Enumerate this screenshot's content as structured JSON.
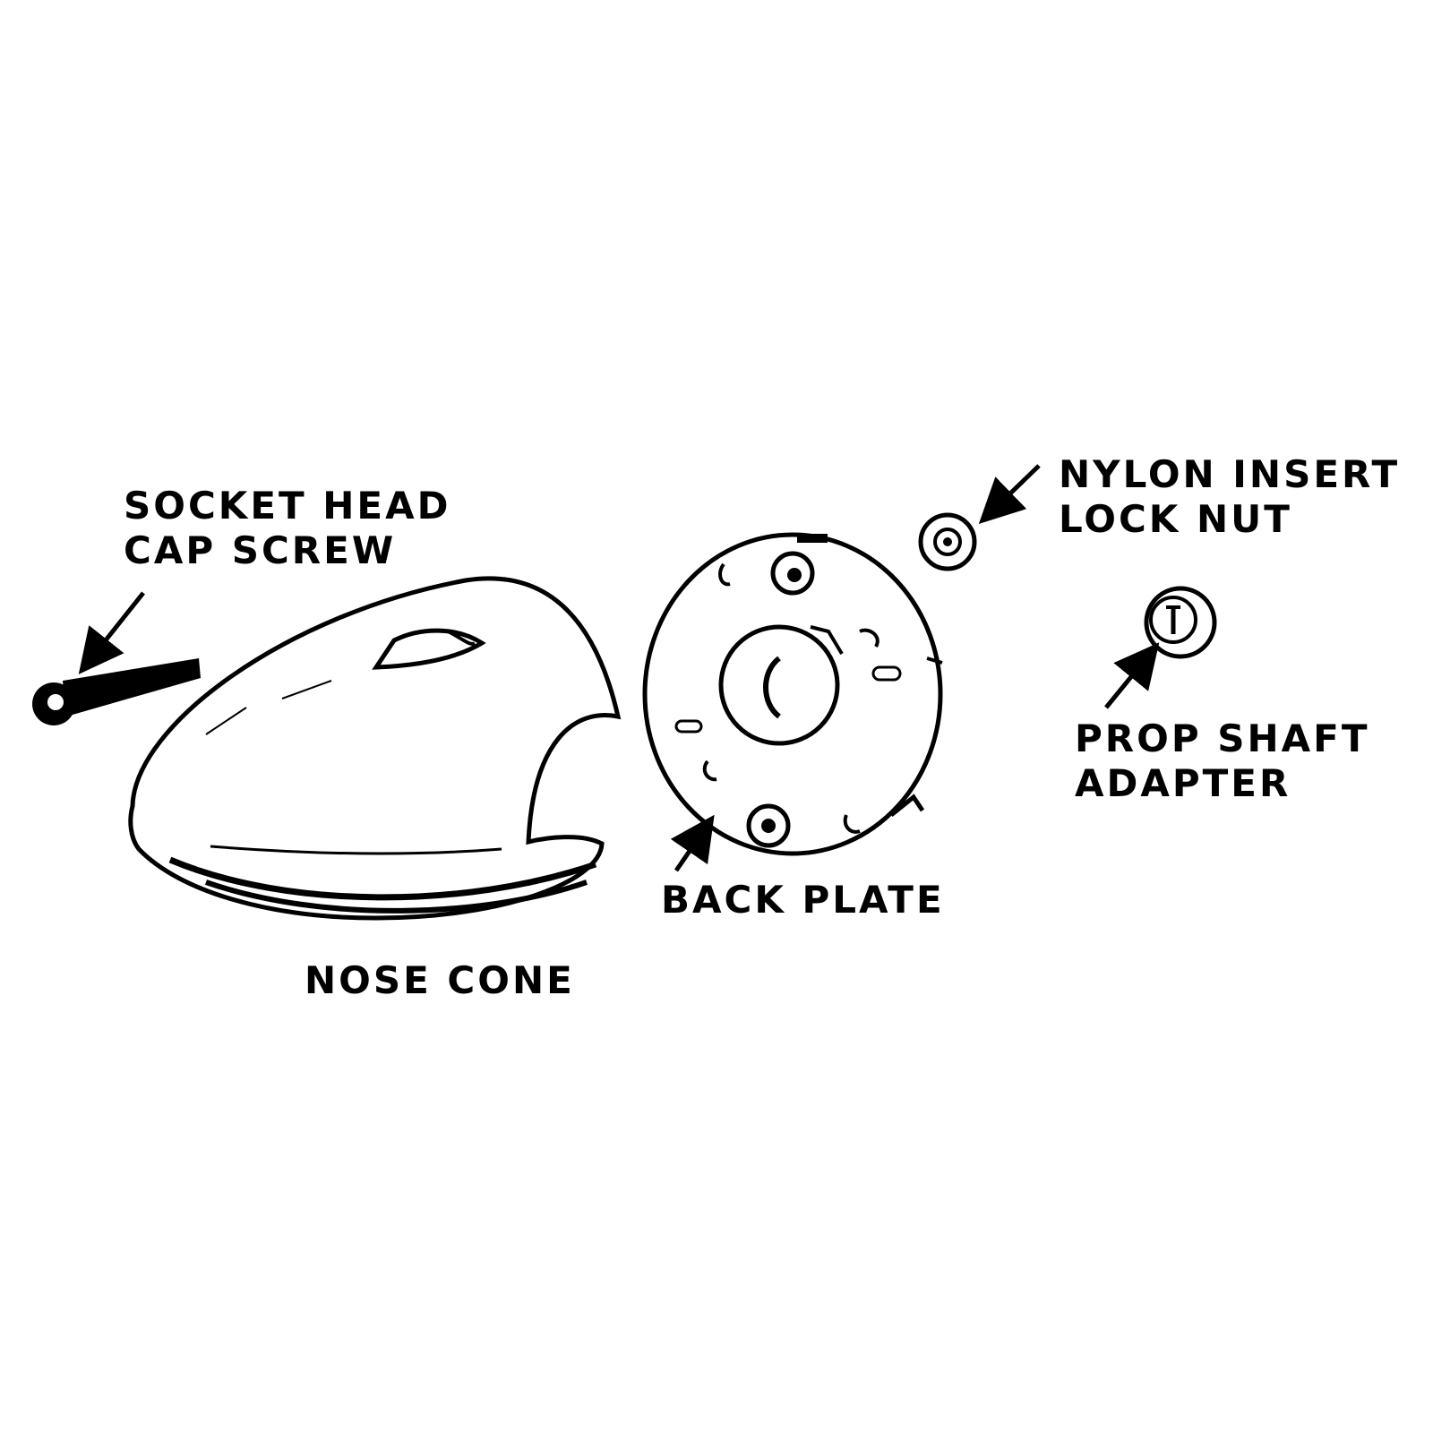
{
  "labels": {
    "socket_head_cap_screw": [
      "SOCKET HEAD",
      "CAP SCREW"
    ],
    "nose_cone": "NOSE CONE",
    "back_plate": "BACK PLATE",
    "nylon_insert_lock_nut": [
      "NYLON INSERT",
      "LOCK NUT"
    ],
    "prop_shaft_adapter": [
      "PROP SHAFT",
      "ADAPTER"
    ]
  },
  "colors": {
    "ink": "#000000",
    "paper": "#ffffff"
  }
}
